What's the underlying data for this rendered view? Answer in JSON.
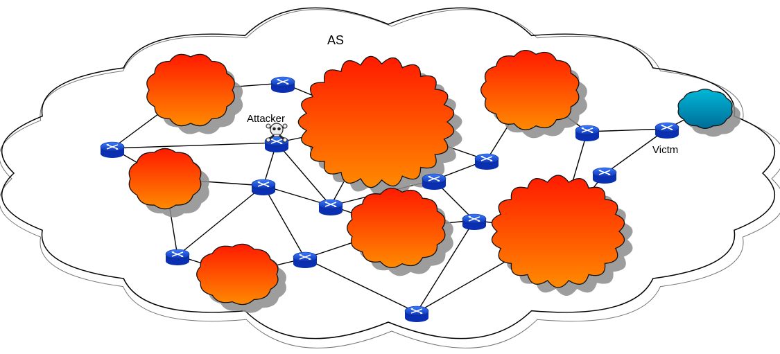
{
  "diagram": {
    "as_label": "AS",
    "attacker_label": "Attacker",
    "victim_label": "Victm",
    "attacker_icon": "skull-crossbones-icon",
    "router_icon": "router-icon",
    "colors": {
      "background": "#ffffff",
      "as_outline": "#000000",
      "link": "#000000",
      "cloud_top": "#ff1a00",
      "cloud_bottom": "#ff8a00",
      "victim_cloud_top": "#00b8d8",
      "victim_cloud_bottom": "#006c98",
      "router_top": "#3a7cff",
      "router_bottom": "#0a2fb0"
    }
  }
}
